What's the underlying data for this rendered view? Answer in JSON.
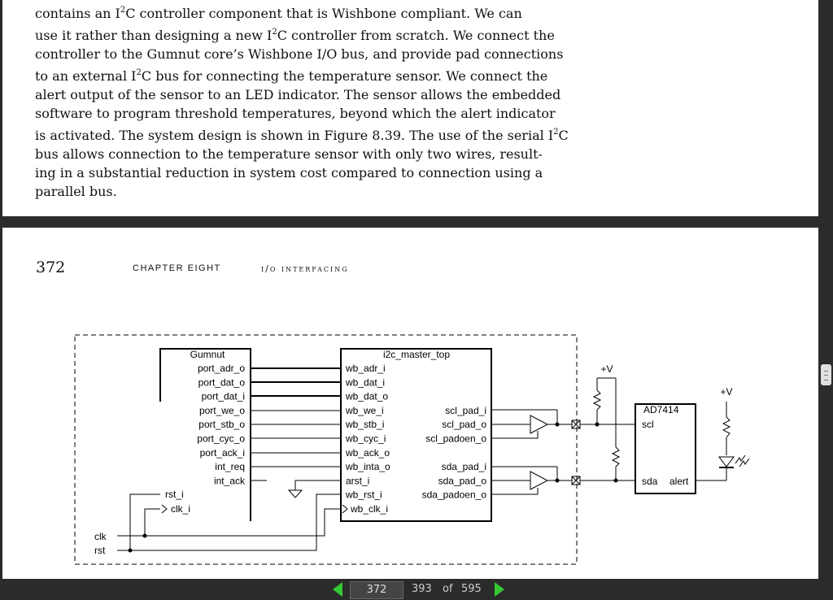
{
  "top_page": {
    "lines": [
      {
        "pre": "contains an I",
        "sup": "2",
        "post": "C controller component that is Wishbone compliant. We can"
      },
      {
        "pre": "use it rather than designing a new I",
        "sup": "2",
        "post": "C controller from scratch. We connect the"
      },
      {
        "pre": "controller to the Gumnut core’s Wishbone I/O bus, and provide pad connections",
        "sup": "",
        "post": ""
      },
      {
        "pre": "to an external I",
        "sup": "2",
        "post": "C bus for connecting the temperature sensor. We connect the"
      },
      {
        "pre": "alert output of the sensor to an LED indicator. The sensor allows the embedded",
        "sup": "",
        "post": ""
      },
      {
        "pre": "software to program threshold temperatures, beyond which the alert indicator",
        "sup": "",
        "post": ""
      },
      {
        "pre": "is activated. The system design is shown in Figure 8.39. The use of the serial I",
        "sup": "2",
        "post": "C"
      },
      {
        "pre": "bus allows connection to the temperature sensor with only two wires, result-",
        "sup": "",
        "post": ""
      },
      {
        "pre": "ing in a substantial reduction in system cost compared to connection using a",
        "sup": "",
        "post": ""
      },
      {
        "pre": "parallel bus.",
        "sup": "",
        "post": ""
      }
    ]
  },
  "bottom_page": {
    "page_number": "372",
    "chapter": "CHAPTER EIGHT",
    "section": "i/o interfacing"
  },
  "diagram": {
    "gumnut": {
      "title": "Gumnut",
      "ports": [
        "port_adr_o",
        "port_dat_o",
        "port_dat_i",
        "port_we_o",
        "port_stb_o",
        "port_cyc_o",
        "port_ack_i",
        "int_req",
        "int_ack"
      ],
      "rst": "rst_i",
      "clk": "clk_i"
    },
    "i2c": {
      "title": "i2c_master_top",
      "left_ports": [
        "wb_adr_i",
        "wb_dat_i",
        "wb_dat_o",
        "wb_we_i",
        "wb_stb_i",
        "wb_cyc_i",
        "wb_ack_o",
        "wb_inta_o",
        "arst_i",
        "wb_rst_i",
        "wb_clk_i"
      ],
      "right_ports": [
        {
          "label": "scl_pad_i",
          "row": 4
        },
        {
          "label": "scl_pad_o",
          "row": 5
        },
        {
          "label": "scl_padoen_o",
          "row": 6
        },
        {
          "label": "sda_pad_i",
          "row": 8
        },
        {
          "label": "sda_pad_o",
          "row": 9
        },
        {
          "label": "sda_padoen_o",
          "row": 10
        }
      ]
    },
    "sensor": {
      "title": "AD7414",
      "scl": "scl",
      "sda": "sda",
      "alert": "alert"
    },
    "supply1": "+V",
    "supply2": "+V",
    "clk": "clk",
    "rst": "rst"
  },
  "navigation": {
    "current_page": "372",
    "page_index": "393",
    "of_label": "of",
    "total_pages": "595"
  },
  "colors": {
    "nav_arrow": "#34c934",
    "background": "#2b2b2b"
  }
}
